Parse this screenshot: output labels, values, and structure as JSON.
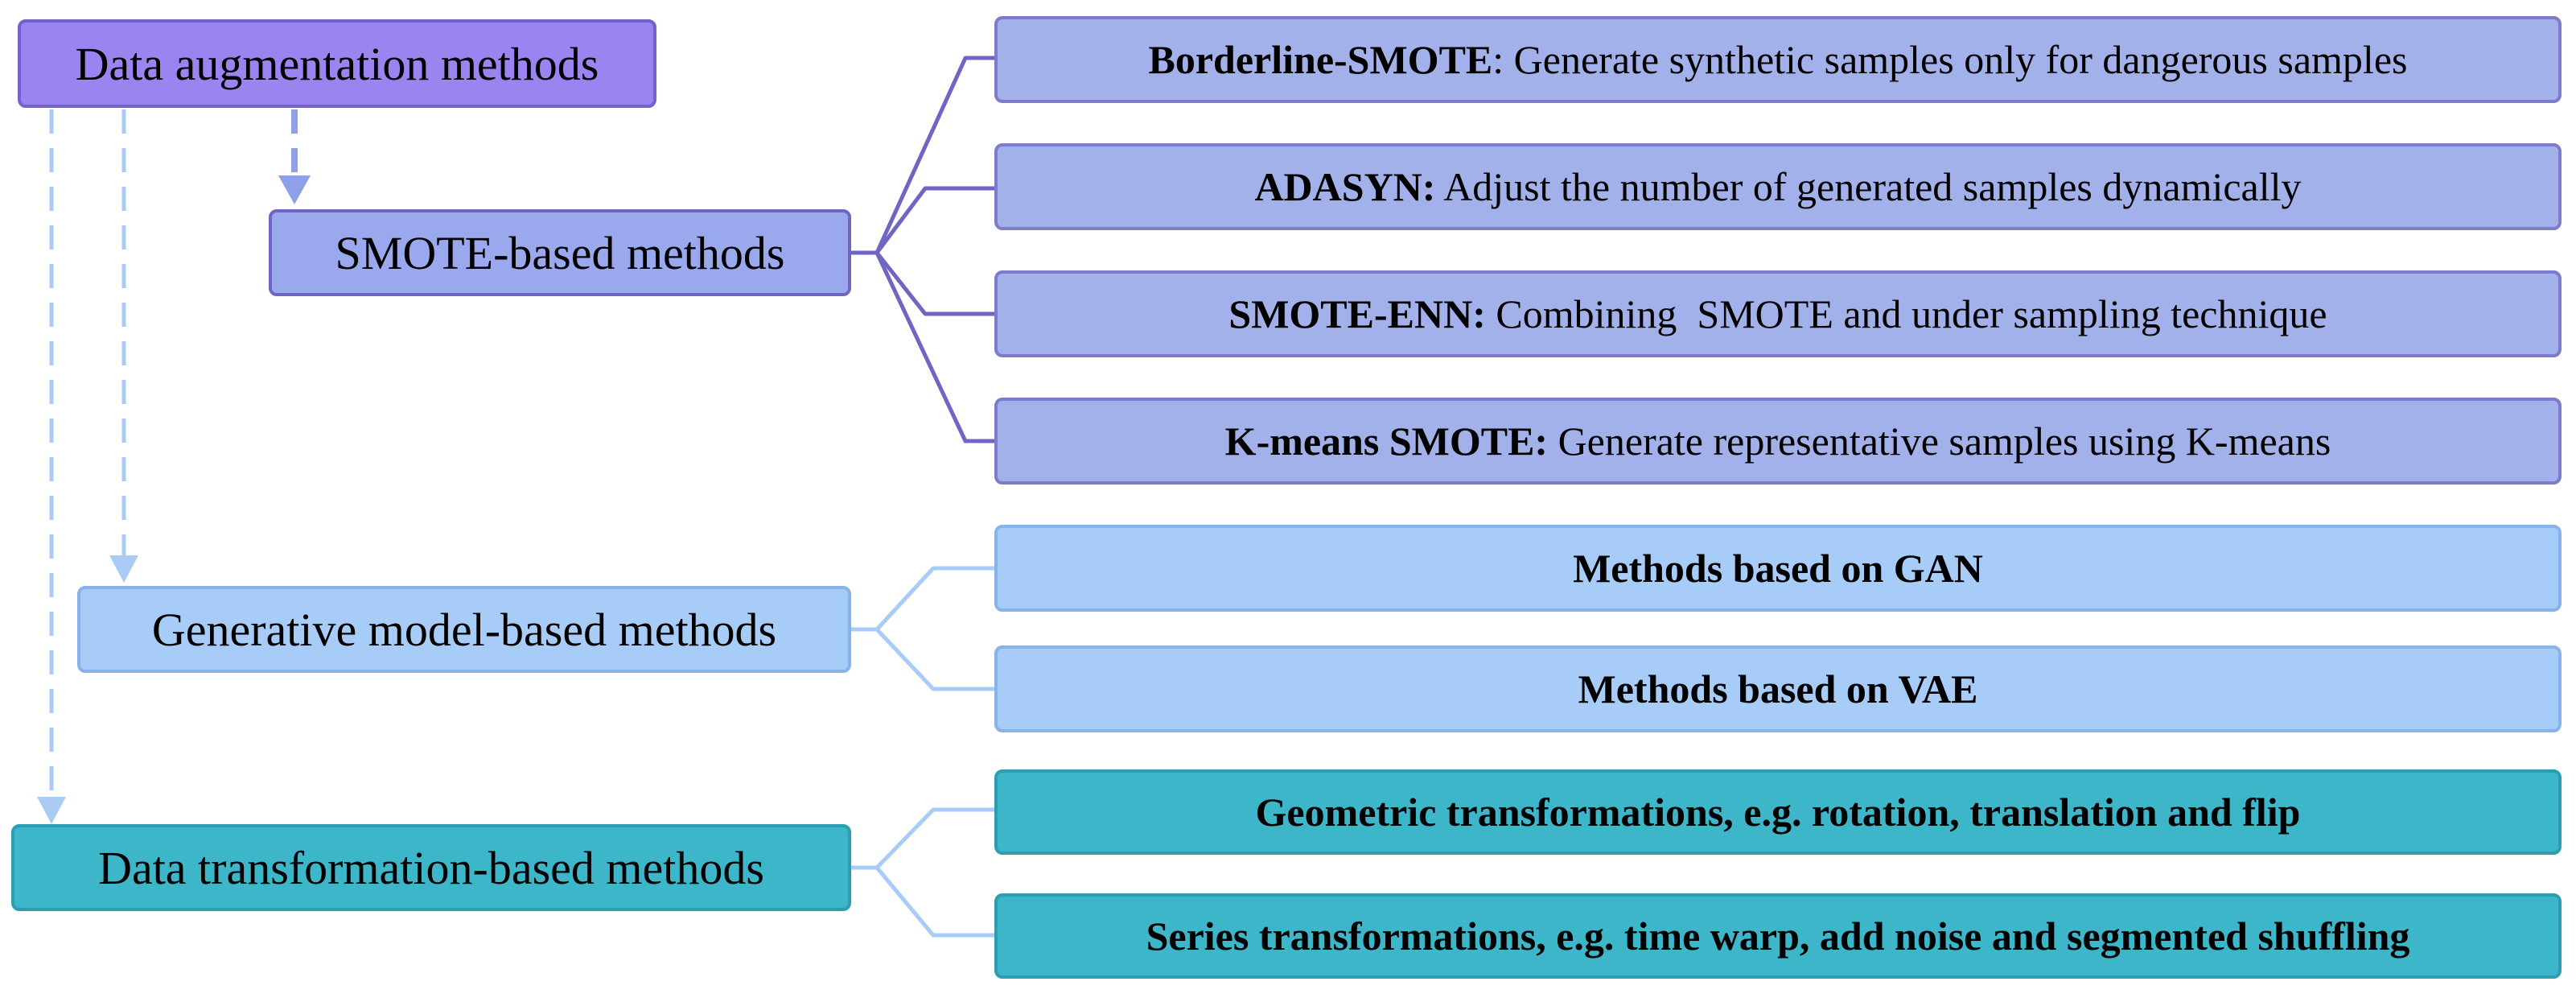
{
  "root": {
    "label": "Data augmentation methods"
  },
  "categories": [
    {
      "label": "SMOTE-based methods",
      "leaves": [
        {
          "bold": "Borderline-SMOTE",
          "text": ": Generate synthetic samples only for dangerous samples"
        },
        {
          "bold": "ADASYN:",
          "text": " Adjust the number of generated samples dynamically"
        },
        {
          "bold": "SMOTE-ENN:",
          "text": " Combining  SMOTE and under sampling technique"
        },
        {
          "bold": "K-means SMOTE:",
          "text": " Generate representative samples using K-means"
        }
      ]
    },
    {
      "label": "Generative model-based methods",
      "leaves": [
        {
          "bold": "Methods based on GAN",
          "text": ""
        },
        {
          "bold": "Methods based on VAE",
          "text": ""
        }
      ]
    },
    {
      "label": "Data transformation-based methods",
      "leaves": [
        {
          "bold": "Geometric transformations, e.g. rotation, translation and flip",
          "text": ""
        },
        {
          "bold": "Series transformations, e.g. time warp, add noise and segmented shuffling",
          "text": ""
        }
      ]
    }
  ],
  "colors": {
    "root_fill": "#9b83f0",
    "smote_fill": "#a3b1ea",
    "smote_line": "#6f66c4",
    "generative_fill": "#a8ccf8",
    "generative_line": "#a8ccf8",
    "transformation_fill": "#3eb6c9",
    "transformation_line": "#a8ccf8",
    "arrow_smote": "#8ea0e8",
    "arrow_light": "#aacbf6"
  }
}
